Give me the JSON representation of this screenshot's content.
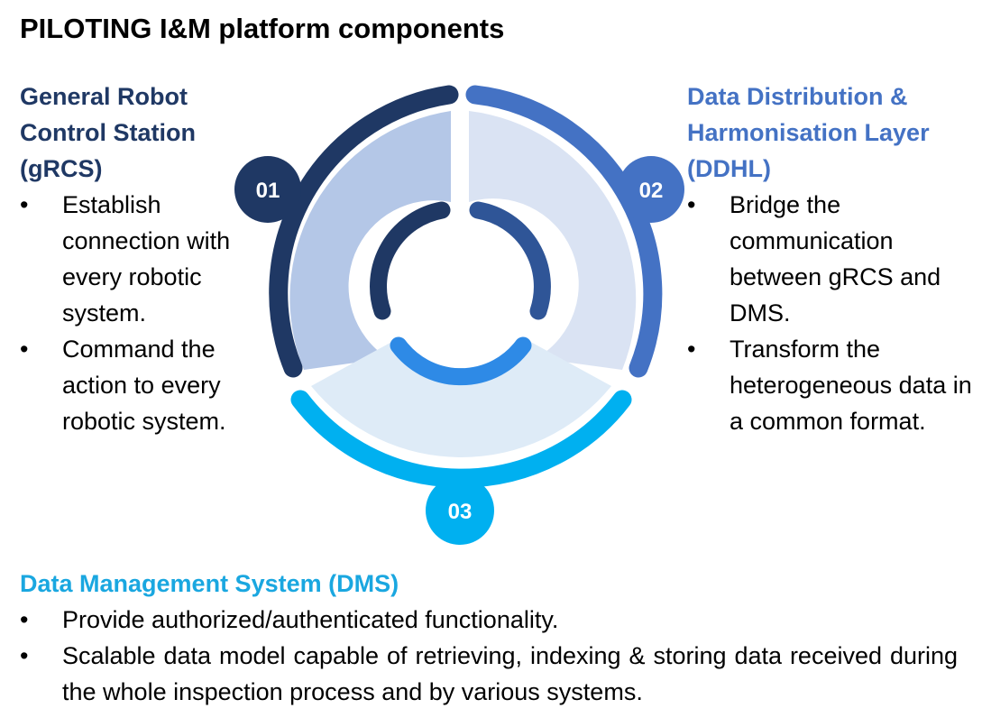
{
  "title": "PILOTING I&M platform components",
  "colors": {
    "dark_navy": "#1f3864",
    "medium_blue": "#4472c4",
    "cyan": "#00b0f0",
    "light_fill_1": "#b4c7e7",
    "light_fill_2": "#dae3f3",
    "light_fill_3": "#deebf7"
  },
  "components": [
    {
      "number": "01",
      "heading": "General Robot Control Station (gRCS)",
      "bullets": [
        "Establish connection with every robotic system.",
        "Command the action to every robotic system."
      ]
    },
    {
      "number": "02",
      "heading": "Data Distribution & Harmonisation Layer (DDHL)",
      "bullets": [
        "Bridge the communication between gRCS and DMS.",
        "Transform the heterogeneous data in a common format."
      ]
    },
    {
      "number": "03",
      "heading": "Data Management System (DMS)",
      "bullets": [
        "Provide authorized/authenticated functionality.",
        "Scalable data model capable of retrieving, indexing & storing data received during the whole inspection process and by various systems."
      ]
    }
  ]
}
